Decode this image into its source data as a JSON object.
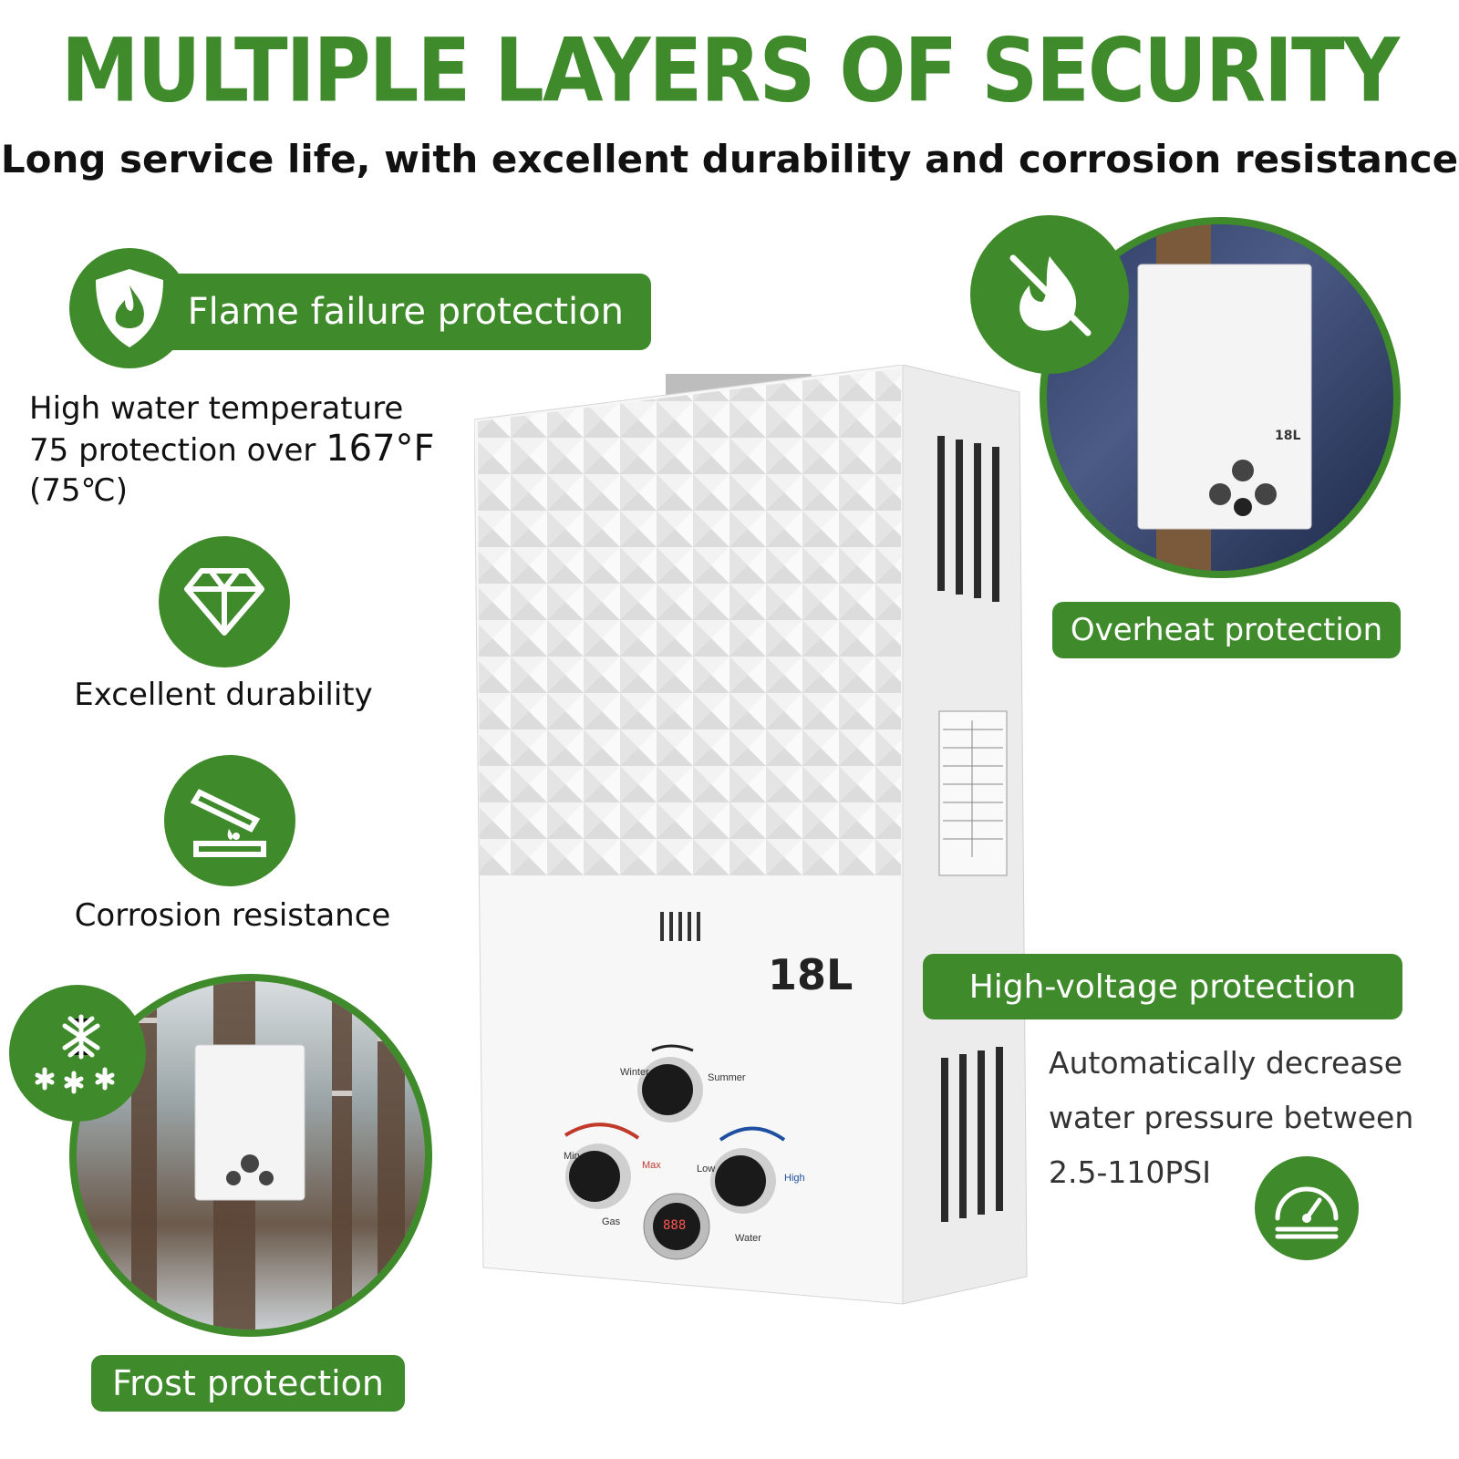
{
  "header": {
    "title": "MULTIPLE LAYERS OF SECURITY",
    "subtitle": "Long service life, with excellent durability and corrosion resistance"
  },
  "features": {
    "flame_failure": {
      "label": "Flame failure protection",
      "icon": "shield-flame-icon"
    },
    "high_temp": {
      "line1": "High water temperature",
      "line2_prefix": "75 protection over ",
      "line2_value": "167°F",
      "line3": "(75℃)"
    },
    "durability": {
      "label": "Excellent durability",
      "icon": "diamond-icon"
    },
    "corrosion": {
      "label": "Corrosion resistance",
      "icon": "test-tube-drip-icon"
    },
    "frost": {
      "label": "Frost protection",
      "icon": "snowflake-icon"
    },
    "overheat": {
      "label": "Overheat protection",
      "icon": "no-flame-icon"
    },
    "high_voltage": {
      "label": "High-voltage protection",
      "icon": "pressure-gauge-icon"
    },
    "pressure_text": {
      "line1": "Automatically decrease",
      "line2": "water pressure between",
      "line3": "2.5-110PSI"
    }
  },
  "product": {
    "capacity": "18L",
    "knob_labels": {
      "winter": "Winter",
      "summer": "Summer",
      "min": "Min",
      "max": "Max",
      "low": "Low",
      "high": "High",
      "gas": "Gas",
      "water": "Water"
    },
    "display": "888"
  },
  "colors": {
    "brand_green": "#3f8a2a",
    "text": "#111111"
  }
}
